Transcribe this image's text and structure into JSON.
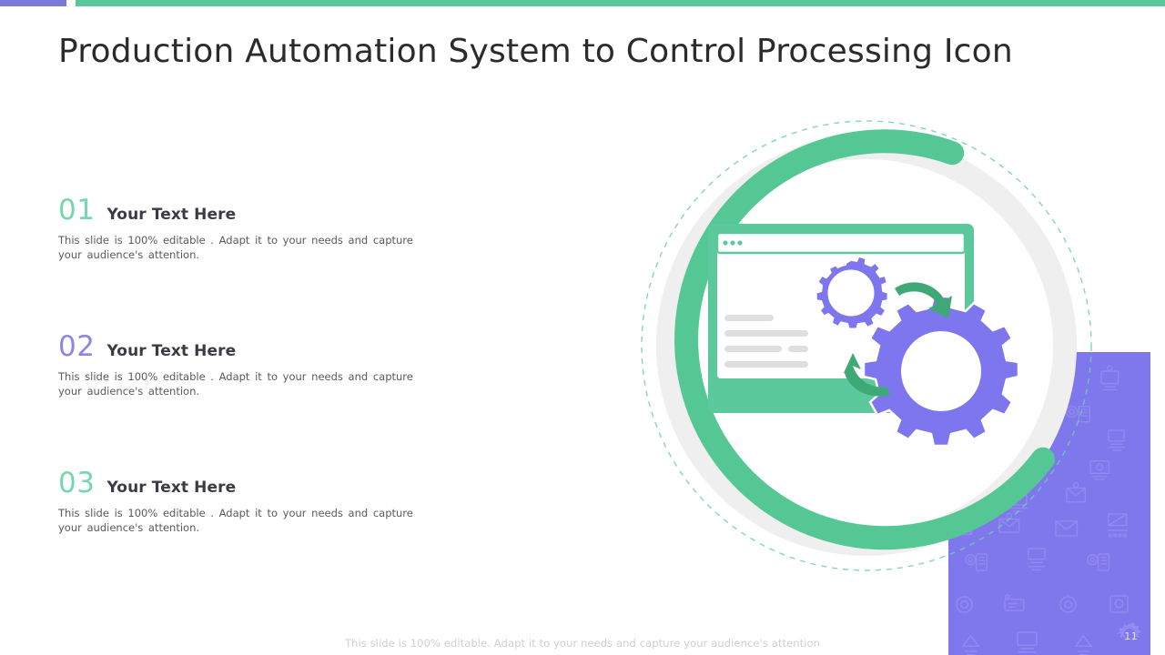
{
  "accent": {
    "green": "#5bc79b",
    "green_light": "#77d6ad",
    "purple": "#7d79d9",
    "purple_panel": "#7f78ed",
    "gear_purple": "#7d76ee",
    "title_color": "#2b2b2b",
    "body_color": "#595960",
    "footer_color": "#cfcfd4",
    "ring_white": "#f2f2f2"
  },
  "header": {
    "title": "Production Automation System to Control Processing Icon"
  },
  "topbar": {
    "left_segment_label": "purple-accent-segment",
    "right_segment_label": "green-accent-segment"
  },
  "bullets": [
    {
      "number": "01",
      "number_color": "#77d6ad",
      "title": "Your Text Here",
      "body": "This slide is 100% editable . Adapt it to your needs and capture your audience's attention."
    },
    {
      "number": "02",
      "number_color": "#8a87dd",
      "title": "Your Text Here",
      "body": "This slide is 100% editable . Adapt it to your needs and capture your audience's attention."
    },
    {
      "number": "03",
      "number_color": "#77d6ad",
      "title": "Your Text Here",
      "body": "This slide is 100% editable . Adapt it to your needs and capture your audience's attention."
    }
  ],
  "graphic": {
    "name": "automation-gears-browser-illustration",
    "browser_window": {
      "dots": 3,
      "text_lines": 4
    },
    "gears": [
      {
        "name": "small-gear",
        "teeth": 14
      },
      {
        "name": "large-gear",
        "teeth": 16
      }
    ],
    "arrows": [
      {
        "name": "cycle-arrow-top-right"
      },
      {
        "name": "cycle-arrow-bottom-left"
      }
    ],
    "rings": [
      {
        "name": "dashed-circle-outline"
      },
      {
        "name": "white-ring"
      },
      {
        "name": "green-arc-ring"
      }
    ]
  },
  "panel": {
    "name": "purple-icon-pattern-panel",
    "page_number": "11"
  },
  "footer": {
    "note": "This slide is 100% editable. Adapt it to your needs and capture your audience's attention"
  }
}
